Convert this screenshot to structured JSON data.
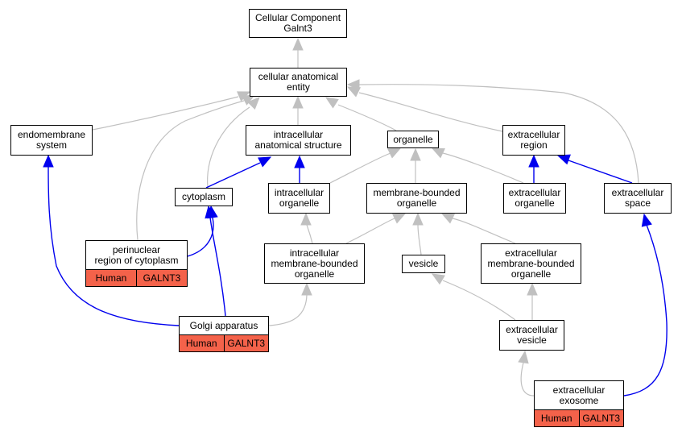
{
  "colors": {
    "is_a_edge": "#c0c0c0",
    "part_of_edge": "#0000ee",
    "annotation": "#f4624a"
  },
  "nodes": {
    "root": {
      "lines": [
        "Cellular Component",
        "Galnt3"
      ]
    },
    "cae": {
      "lines": [
        "cellular anatomical",
        "entity"
      ]
    },
    "endo": {
      "lines": [
        "endomembrane",
        "system"
      ]
    },
    "ias": {
      "lines": [
        "intracellular",
        "anatomical structure"
      ]
    },
    "organelle": {
      "lines": [
        "organelle"
      ]
    },
    "ecr": {
      "lines": [
        "extracellular",
        "region"
      ]
    },
    "cyto": {
      "lines": [
        "cytoplasm"
      ]
    },
    "io": {
      "lines": [
        "intracellular",
        "organelle"
      ]
    },
    "mbo": {
      "lines": [
        "membrane-bounded",
        "organelle"
      ]
    },
    "eco": {
      "lines": [
        "extracellular",
        "organelle"
      ]
    },
    "ecs": {
      "lines": [
        "extracellular",
        "space"
      ]
    },
    "peri": {
      "lines": [
        "perinuclear",
        "region of cytoplasm"
      ],
      "annotation": [
        "Human",
        "GALNT3"
      ]
    },
    "imbo": {
      "lines": [
        "intracellular",
        "membrane-bounded",
        "organelle"
      ]
    },
    "vesicle": {
      "lines": [
        "vesicle"
      ]
    },
    "embo": {
      "lines": [
        "extracellular",
        "membrane-bounded",
        "organelle"
      ]
    },
    "golgi": {
      "lines": [
        "Golgi apparatus"
      ],
      "annotation": [
        "Human",
        "GALNT3"
      ]
    },
    "ecv": {
      "lines": [
        "extracellular",
        "vesicle"
      ]
    },
    "exo": {
      "lines": [
        "extracellular",
        "exosome"
      ],
      "annotation": [
        "Human",
        "GALNT3"
      ]
    }
  }
}
